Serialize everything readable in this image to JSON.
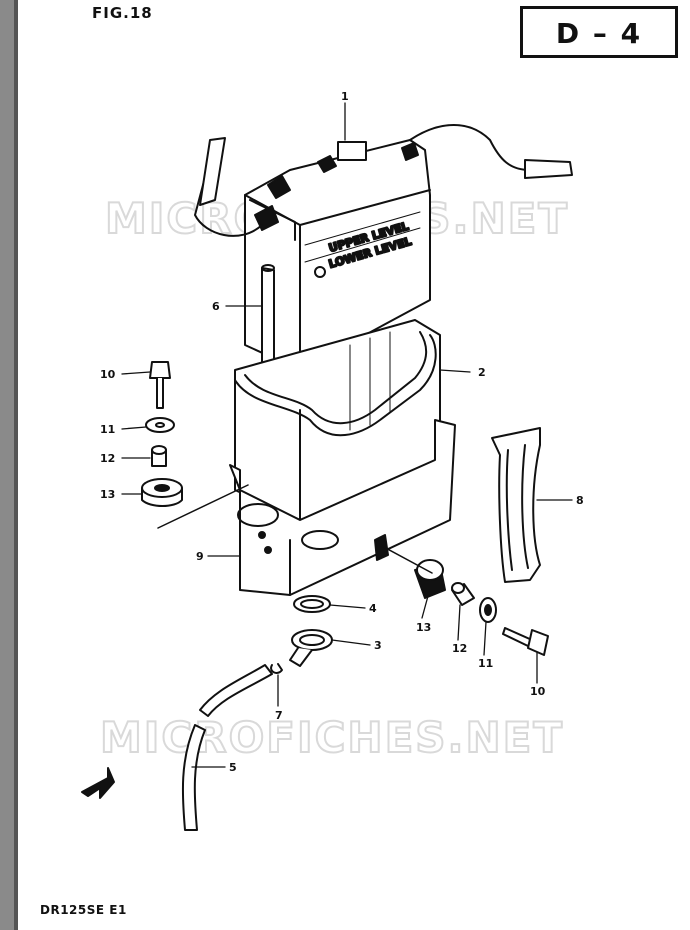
{
  "header": {
    "figure_label": "FIG.18",
    "page_code": "D – 4"
  },
  "footer": {
    "model_code": "DR125SE E1"
  },
  "watermark": {
    "text": "MICROFICHES.NET"
  },
  "battery_labels": {
    "upper_level": "UPPER LEVEL",
    "lower_level": "LOWER LEVEL"
  },
  "callouts": [
    {
      "id": "1"
    },
    {
      "id": "2"
    },
    {
      "id": "3"
    },
    {
      "id": "4"
    },
    {
      "id": "5"
    },
    {
      "id": "6"
    },
    {
      "id": "7"
    },
    {
      "id": "8"
    },
    {
      "id": "9"
    },
    {
      "id": "10"
    },
    {
      "id": "11"
    },
    {
      "id": "12"
    },
    {
      "id": "13"
    },
    {
      "id": "13"
    },
    {
      "id": "12"
    },
    {
      "id": "11"
    },
    {
      "id": "10"
    }
  ],
  "colors": {
    "ink": "#111111",
    "watermark": "#d9d9d9",
    "paper": "#ffffff"
  }
}
